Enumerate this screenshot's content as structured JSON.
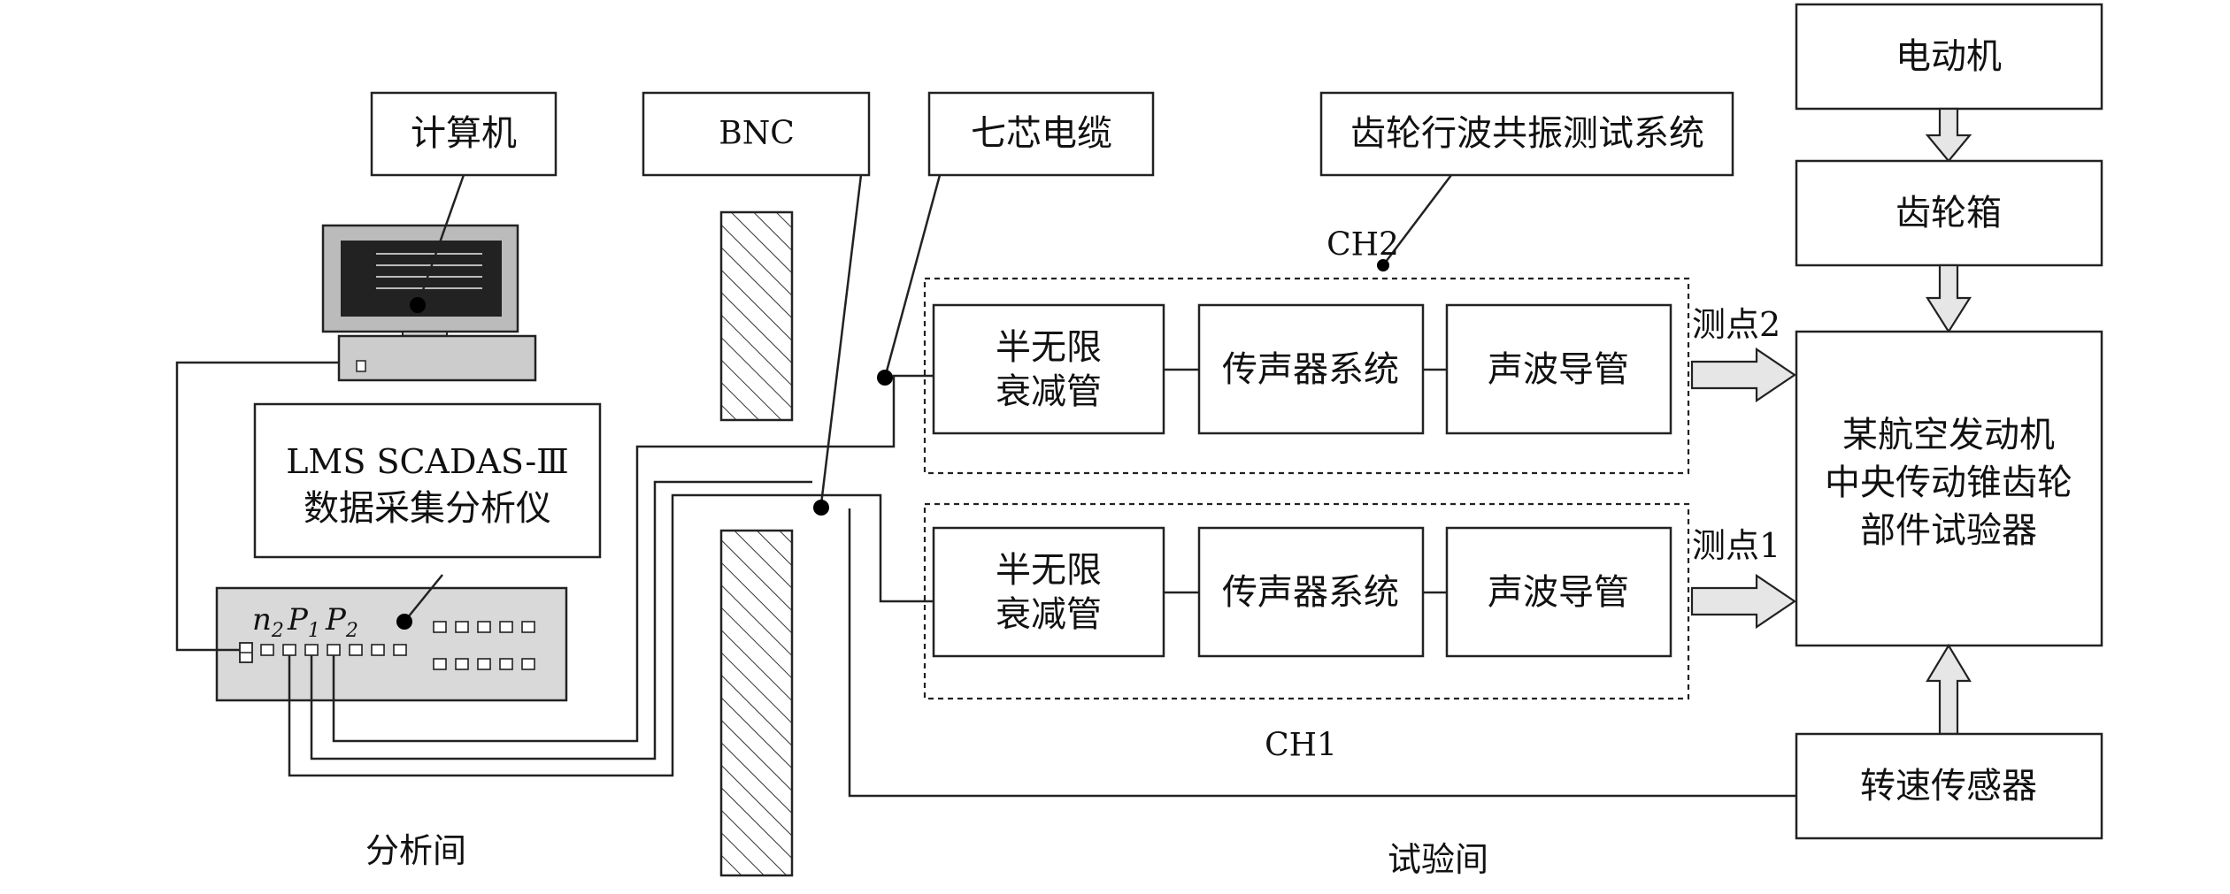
{
  "labels": {
    "computer": "计算机",
    "bnc": "BNC",
    "cable": "七芯电缆",
    "test_system": "齿轮行波共振测试系统",
    "motor": "电动机",
    "gearbox": "齿轮箱",
    "ch2": "CH2",
    "ch1": "CH1",
    "measure_point_2": "测点2",
    "measure_point_1": "测点1",
    "lms_line1": "LMS SCADAS-Ⅲ",
    "lms_line2": "数据采集分析仪",
    "port_n": "n",
    "port_n_sub": "2",
    "port_p": "P",
    "port_p1_sub": "1",
    "port_p2_sub": "2",
    "analysis_room": "分析间",
    "test_room": "试验间",
    "speed_sensor": "转速传感器",
    "engine_line1": "某航空发动机",
    "engine_line2": "中央传动锥齿轮",
    "engine_line3": "部件试验器",
    "ch2_attenuator_line1": "半无限",
    "ch2_attenuator_line2": "衰减管",
    "ch2_microphone": "传声器系统",
    "ch2_waveguide": "声波导管",
    "ch1_attenuator_line1": "半无限",
    "ch1_attenuator_line2": "衰减管",
    "ch1_microphone": "传声器系统",
    "ch1_waveguide": "声波导管"
  },
  "colors": {
    "line": "#222222",
    "device_fill": "#d9d9d9",
    "arrow_fill": "#e6e6e6"
  }
}
